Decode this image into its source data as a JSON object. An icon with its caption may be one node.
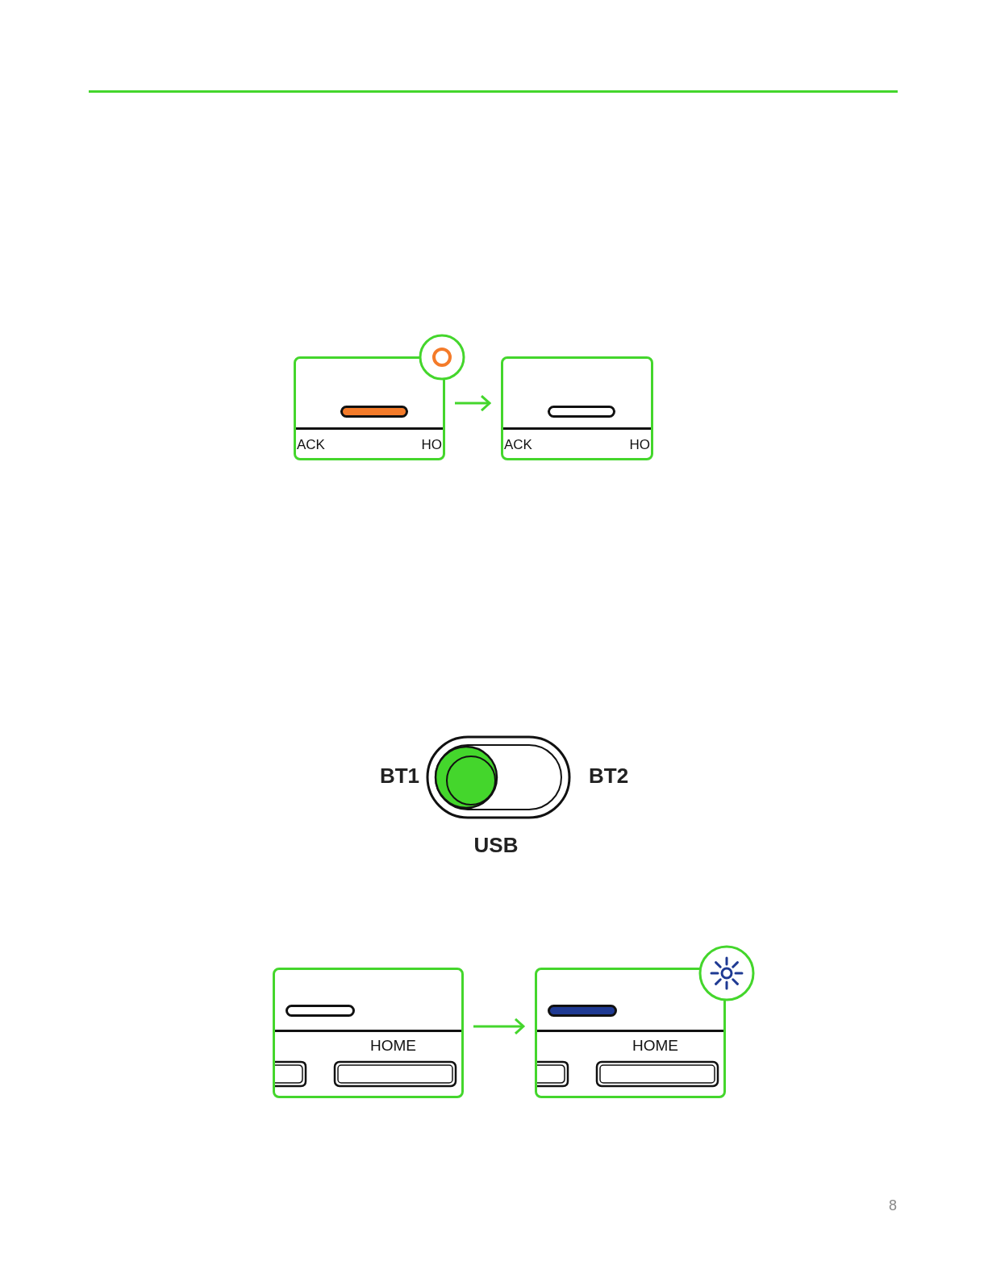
{
  "diagram": {
    "nodes": [
      {
        "text": [
          "ACK",
          "HO"
        ]
      },
      {
        "text": [
          "ACK",
          "HO"
        ]
      },
      {
        "text": [
          "HOME"
        ]
      },
      {
        "text": [
          "HOME"
        ]
      },
      {
        "text": [],
        "shape": "bar",
        "in": 0
      },
      {
        "text": [],
        "shape": "bar",
        "in": 1
      },
      {
        "text": [],
        "shape": "bar",
        "in": 2
      },
      {
        "text": [],
        "shape": "bar",
        "in": 3
      }
    ],
    "edges": [
      {
        "from": 0,
        "to": 1,
        "arrow": "to"
      },
      {
        "from": 2,
        "to": 3,
        "arrow": "to"
      }
    ],
    "labels": [
      "BT1",
      "BT2",
      "USB",
      "8"
    ]
  }
}
